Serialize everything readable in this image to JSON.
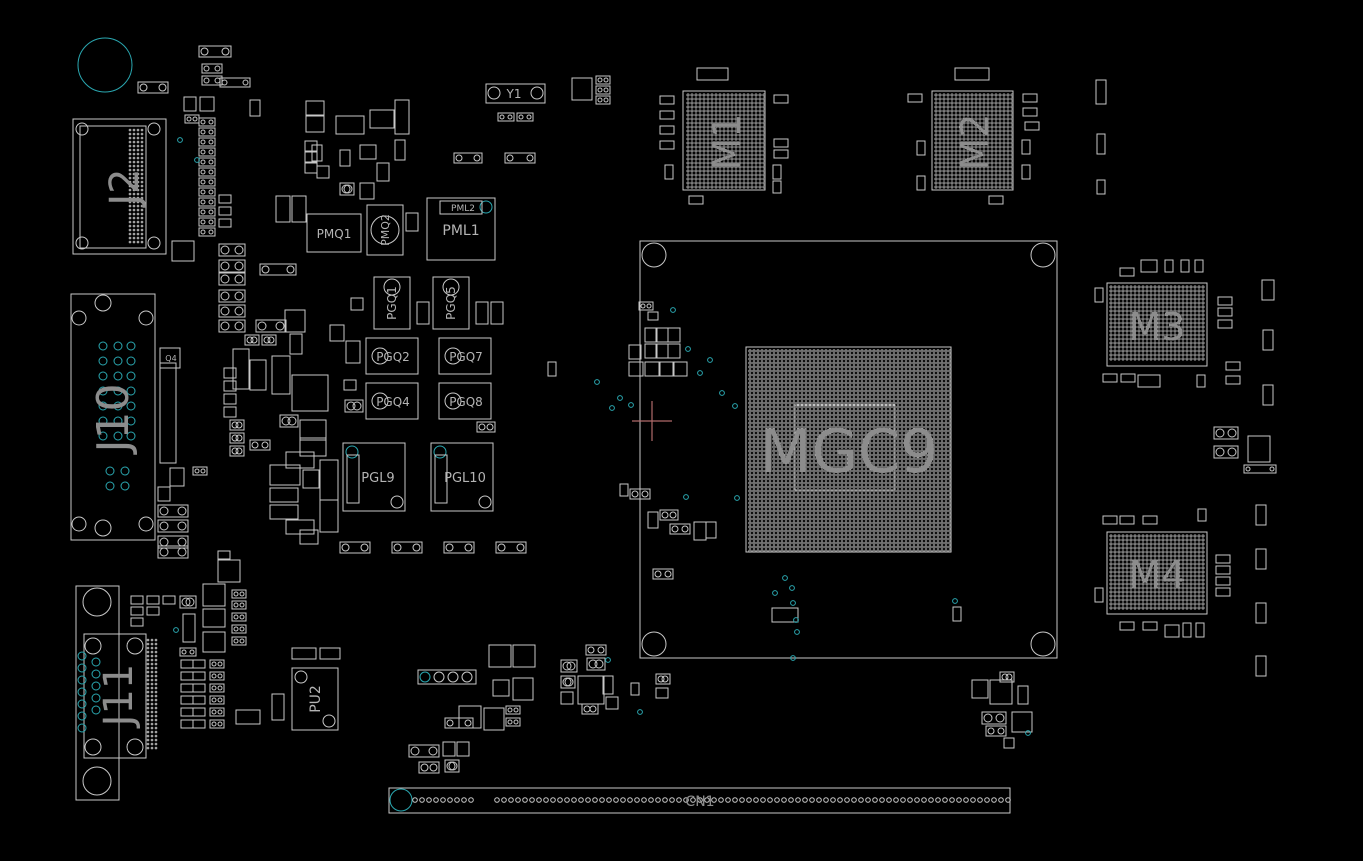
{
  "viewer": {
    "background_color": "#000000",
    "outline_color": "#c8c8c8",
    "via_color": "#2aa7b0",
    "cursor_color": "#b06a6a"
  },
  "labels": {
    "J2": "J2",
    "J10": "J10",
    "J11": "J11",
    "M1": "M1",
    "M2": "M2",
    "M3": "M3",
    "M4": "M4",
    "MGC9": "MGC9",
    "CN1": "CN1",
    "Y1": "Y1",
    "PMQ1": "PMQ1",
    "PMQ2": "PMQ2",
    "PML1": "PML1",
    "PML2": "PML2",
    "PGQ1": "PGQ1",
    "PGQ5": "PGQ5",
    "PGQ2": "PGQ2",
    "PGQ7": "PGQ7",
    "PGQ4": "PGQ4",
    "PGQ8": "PGQ8",
    "PGL9": "PGL9",
    "PGL10": "PGL10",
    "PU2": "PU2",
    "Q4": "Q4"
  }
}
